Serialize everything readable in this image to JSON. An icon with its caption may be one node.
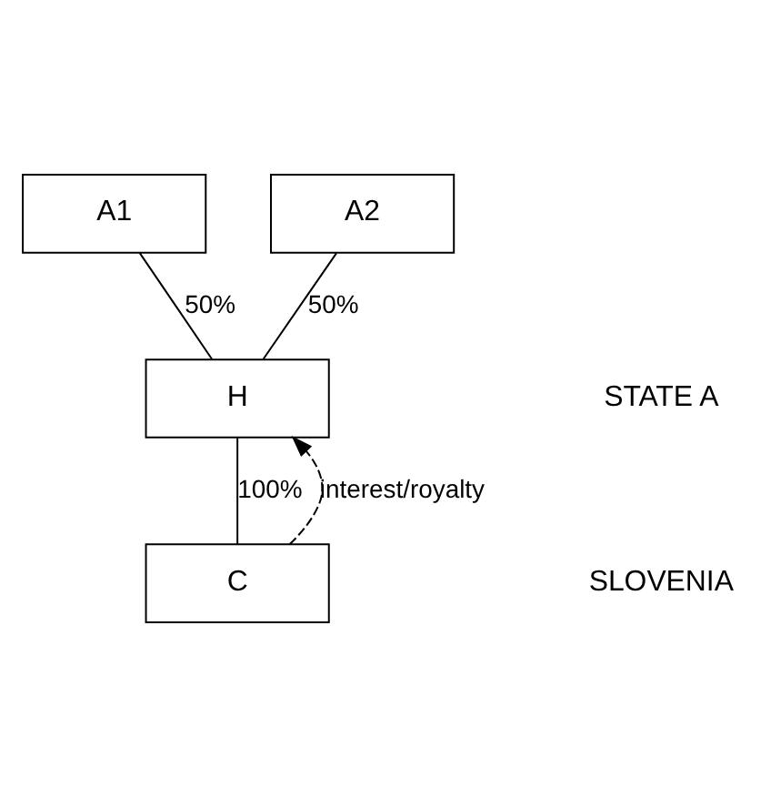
{
  "diagram": {
    "nodes": [
      {
        "text": [
          "A1"
        ]
      },
      {
        "text": [
          "A2"
        ]
      },
      {
        "text": [
          "H"
        ]
      },
      {
        "text": [
          "C"
        ]
      }
    ],
    "edges": [
      {
        "from": 0,
        "to": 2,
        "arrow": "none",
        "label": "50%"
      },
      {
        "from": 1,
        "to": 2,
        "arrow": "none",
        "label": "50%"
      },
      {
        "from": 2,
        "to": 3,
        "arrow": "none",
        "label": "100%"
      },
      {
        "from": 3,
        "to": 2,
        "arrow": "to",
        "label": "interest/royalty",
        "style": "dashed"
      }
    ],
    "labels": [
      "STATE A",
      "SLOVENIA"
    ]
  }
}
